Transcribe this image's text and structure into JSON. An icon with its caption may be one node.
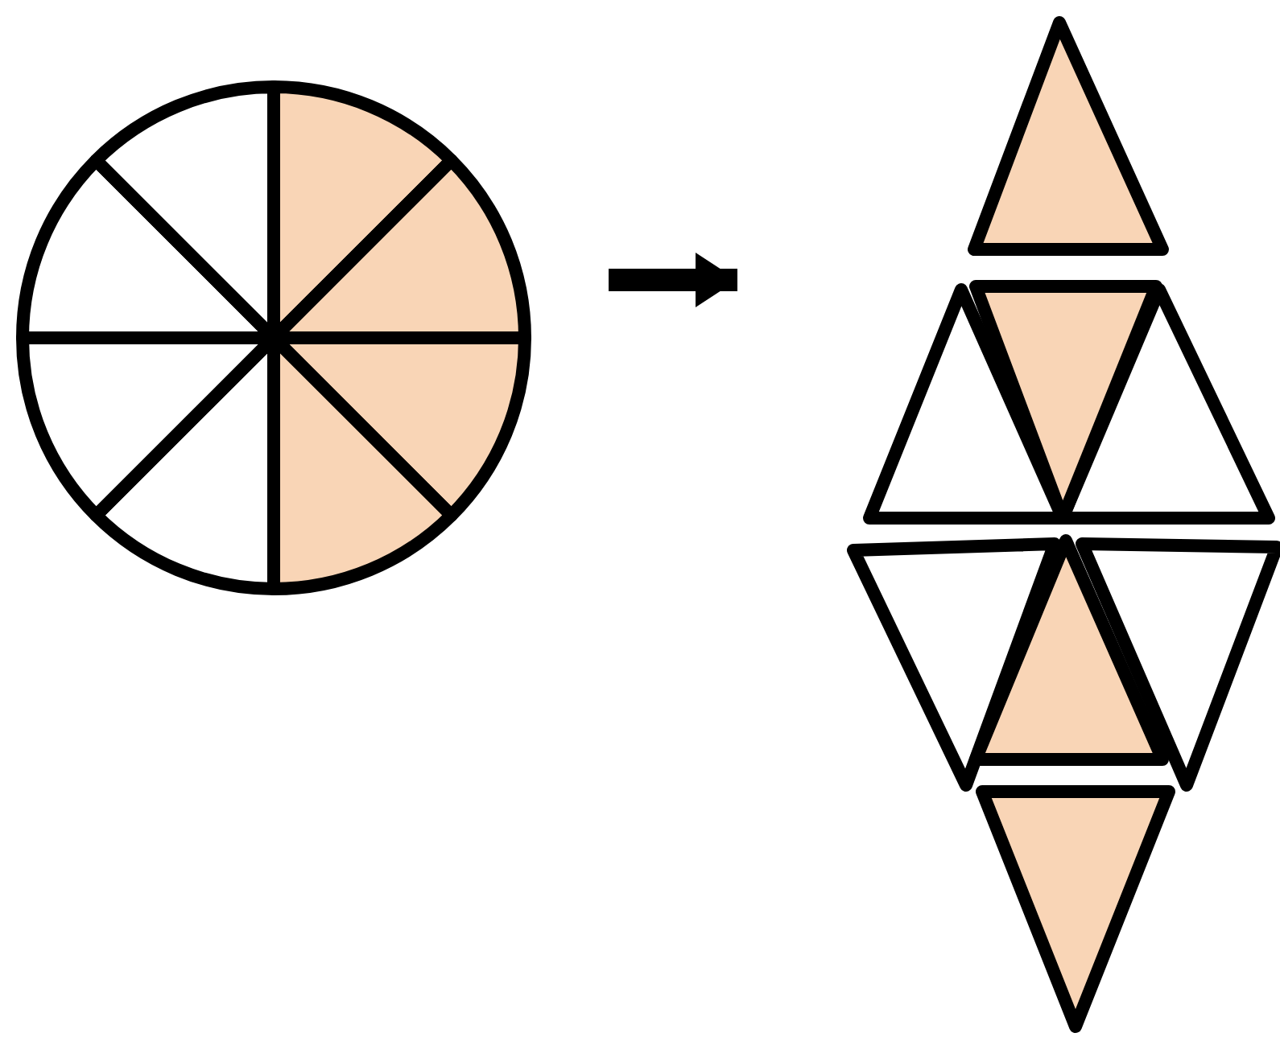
{
  "diagram": {
    "nodes": [
      {
        "text": [],
        "shape": "picture"
      },
      {
        "text": [],
        "shape": "picture"
      }
    ],
    "edges": [
      {
        "from": 0,
        "to": 1,
        "arrow": "to"
      }
    ]
  }
}
